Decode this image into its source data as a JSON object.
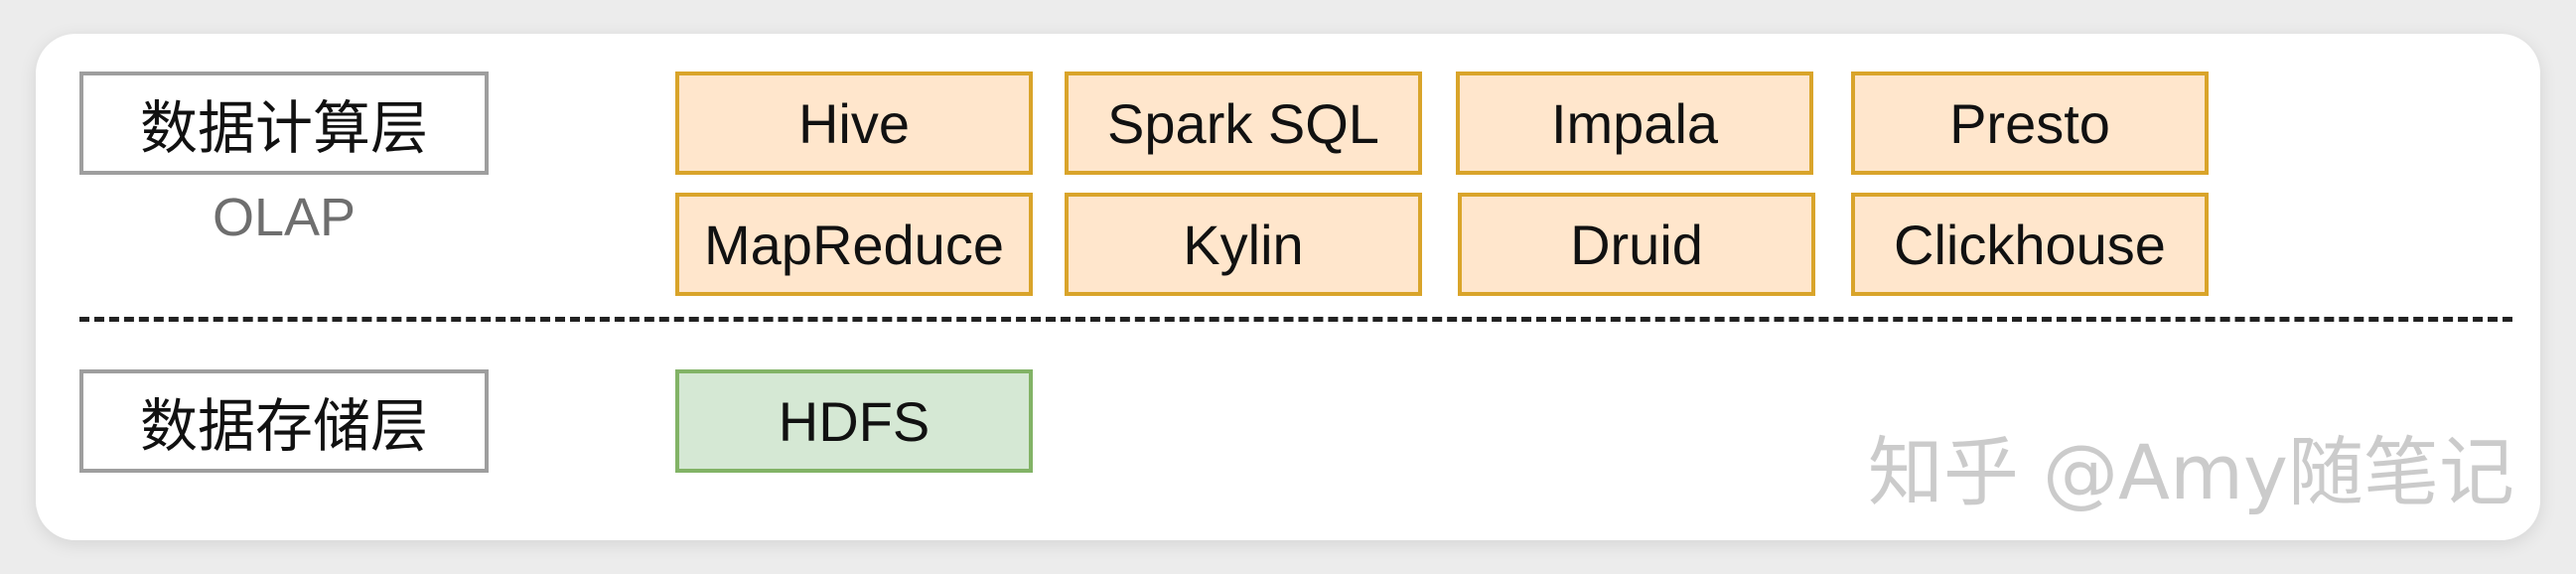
{
  "layers": {
    "compute": {
      "label": "数据计算层",
      "sublabel": "OLAP",
      "techs": [
        "Hive",
        "Spark SQL",
        "Impala",
        "Presto",
        "MapReduce",
        "Kylin",
        "Druid",
        "Clickhouse"
      ]
    },
    "storage": {
      "label": "数据存储层",
      "techs": [
        "HDFS"
      ]
    }
  },
  "watermark": "知乎 @Amy随笔记",
  "colors": {
    "compute_fill": "#ffe6cc",
    "compute_border": "#d9a42a",
    "storage_fill": "#d5e8d4",
    "storage_border": "#82b366"
  }
}
